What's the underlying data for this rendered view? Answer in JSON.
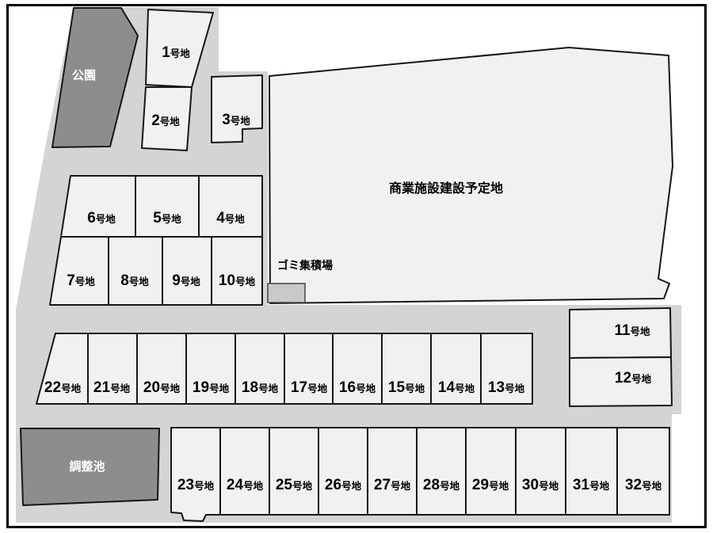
{
  "colors": {
    "road": "#d4d4d4",
    "parcel": "#f1f1f1",
    "dark_area": "#8d8d8d",
    "outline": "#161616",
    "background": "#ffffff"
  },
  "areas": {
    "park": "公園",
    "commercial": "商業施設建設予定地",
    "garbage": "ゴミ集積場",
    "pond": "調整池"
  },
  "lots": [
    {
      "num": "1",
      "suffix": "号地"
    },
    {
      "num": "2",
      "suffix": "号地"
    },
    {
      "num": "3",
      "suffix": "号地"
    },
    {
      "num": "4",
      "suffix": "号地"
    },
    {
      "num": "5",
      "suffix": "号地"
    },
    {
      "num": "6",
      "suffix": "号地"
    },
    {
      "num": "7",
      "suffix": "号地"
    },
    {
      "num": "8",
      "suffix": "号地"
    },
    {
      "num": "9",
      "suffix": "号地"
    },
    {
      "num": "10",
      "suffix": "号地"
    },
    {
      "num": "11",
      "suffix": "号地"
    },
    {
      "num": "12",
      "suffix": "号地"
    },
    {
      "num": "13",
      "suffix": "号地"
    },
    {
      "num": "14",
      "suffix": "号地"
    },
    {
      "num": "15",
      "suffix": "号地"
    },
    {
      "num": "16",
      "suffix": "号地"
    },
    {
      "num": "17",
      "suffix": "号地"
    },
    {
      "num": "18",
      "suffix": "号地"
    },
    {
      "num": "19",
      "suffix": "号地"
    },
    {
      "num": "20",
      "suffix": "号地"
    },
    {
      "num": "21",
      "suffix": "号地"
    },
    {
      "num": "22",
      "suffix": "号地"
    },
    {
      "num": "23",
      "suffix": "号地"
    },
    {
      "num": "24",
      "suffix": "号地"
    },
    {
      "num": "25",
      "suffix": "号地"
    },
    {
      "num": "26",
      "suffix": "号地"
    },
    {
      "num": "27",
      "suffix": "号地"
    },
    {
      "num": "28",
      "suffix": "号地"
    },
    {
      "num": "29",
      "suffix": "号地"
    },
    {
      "num": "30",
      "suffix": "号地"
    },
    {
      "num": "31",
      "suffix": "号地"
    },
    {
      "num": "32",
      "suffix": "号地"
    }
  ]
}
